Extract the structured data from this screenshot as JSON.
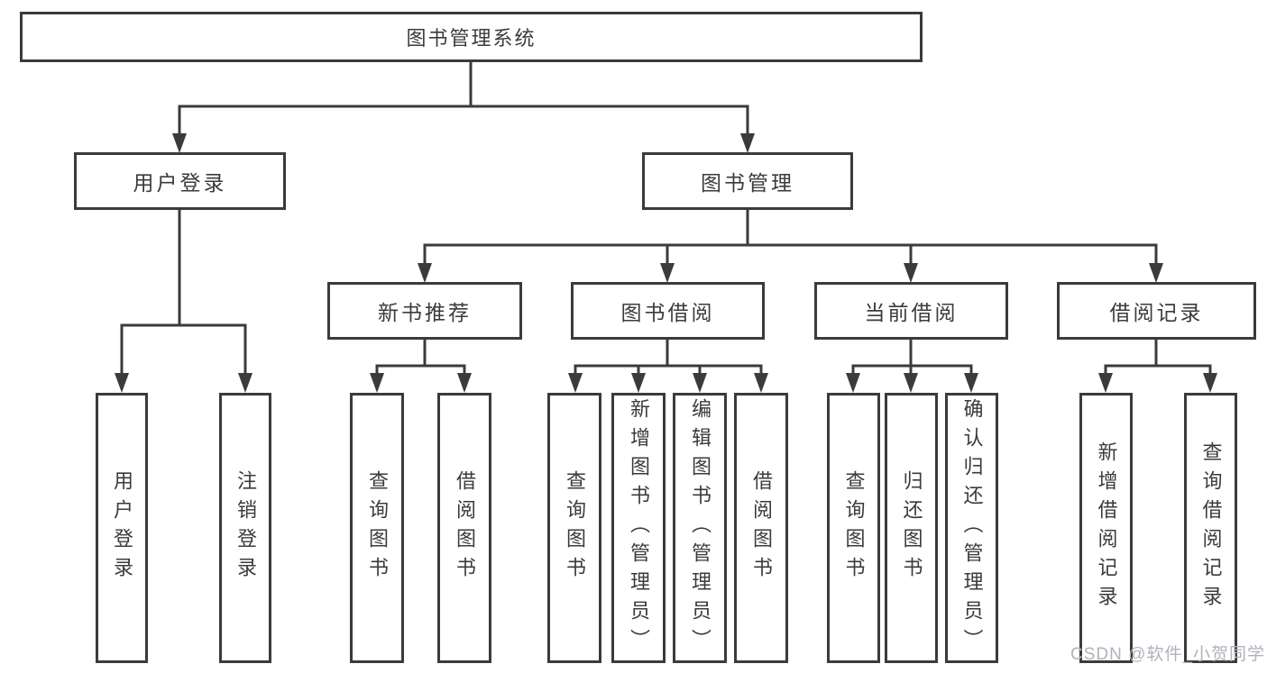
{
  "diagram_title": "图书管理系统",
  "nodes": {
    "root": "图书管理系统",
    "user_login": "用户登录",
    "book_mgmt": "图书管理",
    "new_book_rec": "新书推荐",
    "book_borrow": "图书借阅",
    "current_borrow": "当前借阅",
    "borrow_records": "借阅记录",
    "leaf_user_login": "用户登录",
    "leaf_logout": "注销登录",
    "leaf_query_book_rec": "查询图书",
    "leaf_borrow_book_rec": "借阅图书",
    "leaf_query_book_borrow": "查询图书",
    "leaf_add_book": "新增图书（管理员）",
    "leaf_edit_book": "编辑图书（管理员）",
    "leaf_borrow_book_borrow": "借阅图书",
    "leaf_query_book_current": "查询图书",
    "leaf_return_book": "归还图书",
    "leaf_confirm_return": "确认归还（管理员）",
    "leaf_add_record": "新增借阅记录",
    "leaf_query_record": "查询借阅记录"
  },
  "hierarchy": {
    "图书管理系统": [
      "用户登录",
      "图书管理"
    ],
    "用户登录": [
      "用户登录",
      "注销登录"
    ],
    "图书管理": [
      "新书推荐",
      "图书借阅",
      "当前借阅",
      "借阅记录"
    ],
    "新书推荐": [
      "查询图书",
      "借阅图书"
    ],
    "图书借阅": [
      "查询图书",
      "新增图书（管理员）",
      "编辑图书（管理员）",
      "借阅图书"
    ],
    "当前借阅": [
      "查询图书",
      "归还图书",
      "确认归还（管理员）"
    ],
    "借阅记录": [
      "新增借阅记录",
      "查询借阅记录"
    ]
  },
  "watermark": {
    "text": "CSDN @软件_小贺同学",
    "color": "#aeb3bb"
  },
  "colors": {
    "line": "#3b3b3b",
    "box_border": "#3b3b3b",
    "text": "#3b3b3b",
    "background": "#ffffff"
  }
}
